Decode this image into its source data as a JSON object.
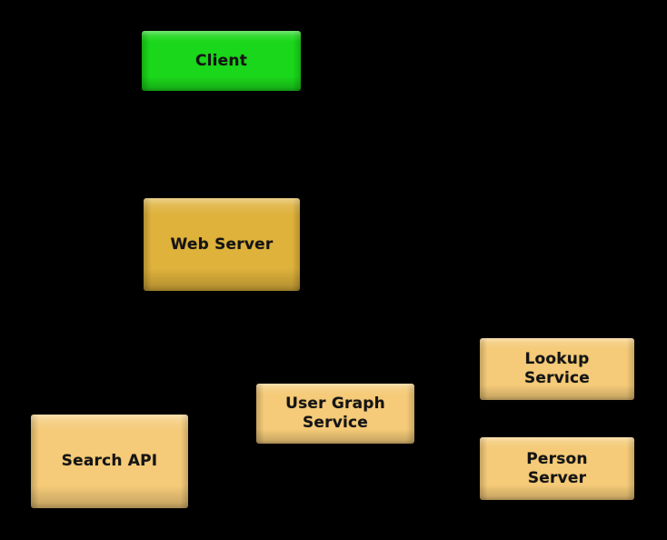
{
  "diagram": {
    "background_color": "#000000",
    "label_text_color": "#141414",
    "nodes": [
      {
        "id": "client",
        "fill": "#1bd71b",
        "lines": [
          "Client"
        ]
      },
      {
        "id": "web-server",
        "fill": "#dfb23c",
        "lines": [
          "Web Server"
        ]
      },
      {
        "id": "search-api",
        "fill": "#f5cb79",
        "lines": [
          "Search API"
        ]
      },
      {
        "id": "user-graph-service",
        "fill": "#f5cb79",
        "lines": [
          "User Graph",
          "Service"
        ]
      },
      {
        "id": "lookup-service",
        "fill": "#f5cb79",
        "lines": [
          "Lookup",
          "Service"
        ]
      },
      {
        "id": "person-server",
        "fill": "#f5cb79",
        "lines": [
          "Person",
          "Server"
        ]
      }
    ]
  }
}
